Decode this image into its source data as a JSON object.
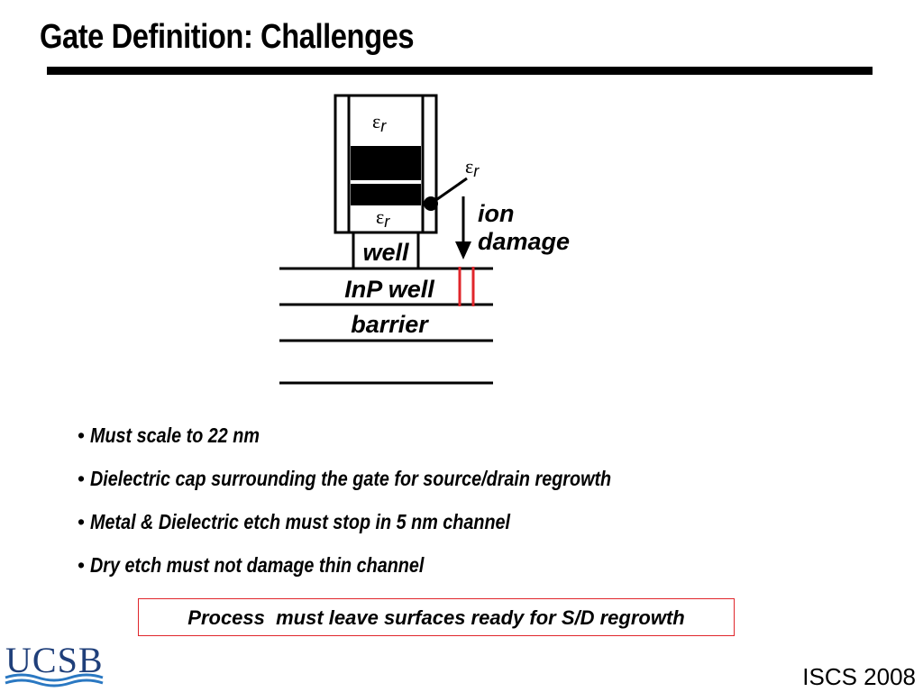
{
  "slide": {
    "title": "Gate Definition: Challenges",
    "footer": "ISCS 2008",
    "logo_text": "UCSB"
  },
  "diagram": {
    "epsilon_symbol": "ε",
    "epsilon_subscript": "r",
    "labels": {
      "well": "well",
      "inp_well": "InP well",
      "barrier": "barrier",
      "ion": "ion",
      "damage": "damage"
    }
  },
  "bullets": [
    "Must scale to 22 nm",
    "Dielectric cap surrounding the gate for source/drain regrowth",
    "Metal & Dielectric etch must stop in 5 nm channel",
    "Dry etch must not damage thin channel"
  ],
  "callout": "Process  must leave surfaces ready for S/D regrowth",
  "colors": {
    "accent_red": "#e0262b",
    "logo_blue": "#1f3f7a",
    "text": "#000000"
  }
}
